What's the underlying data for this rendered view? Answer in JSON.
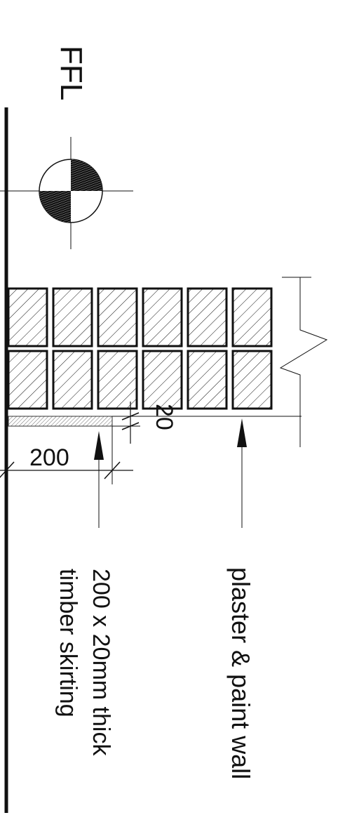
{
  "level_label": "FFL",
  "dimensions": {
    "skirting_height": "200",
    "skirting_thickness": "20"
  },
  "annotations": {
    "wall": "plaster & paint wall",
    "skirting_line1": "200 x 20mm thick",
    "skirting_line2": "timber skirting"
  },
  "symbols": {
    "level_marker": "datum-level-icon",
    "break_line": "break-line-icon"
  },
  "colors": {
    "ink": "#111111",
    "paper": "#ffffff",
    "skirting_fill": "#dddddd"
  }
}
